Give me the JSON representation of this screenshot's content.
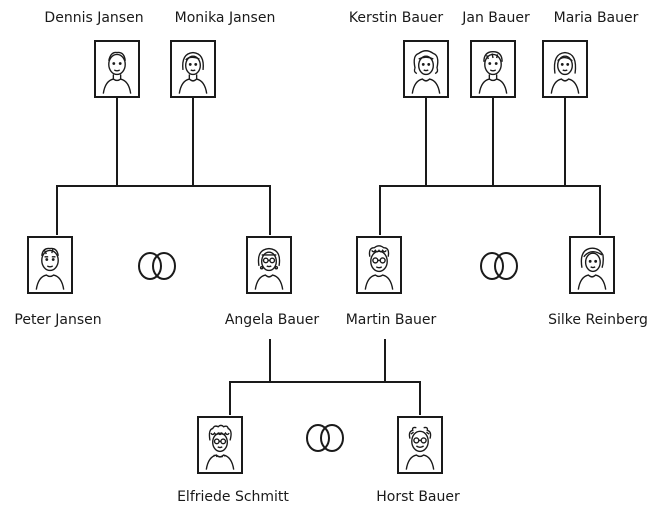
{
  "family_tree": {
    "people": {
      "dennis": "Dennis Jansen",
      "monika": "Monika Jansen",
      "kerstin": "Kerstin Bauer",
      "jan": "Jan Bauer",
      "maria": "Maria Bauer",
      "peter": "Peter Jansen",
      "angela": "Angela Bauer",
      "martin": "Martin Bauer",
      "silke": "Silke Reinberg",
      "elfriede": "Elfriede Schmitt",
      "horst": "Horst Bauer"
    }
  },
  "colors": {
    "ink": "#1a1a1a",
    "paper": "#ffffff"
  }
}
